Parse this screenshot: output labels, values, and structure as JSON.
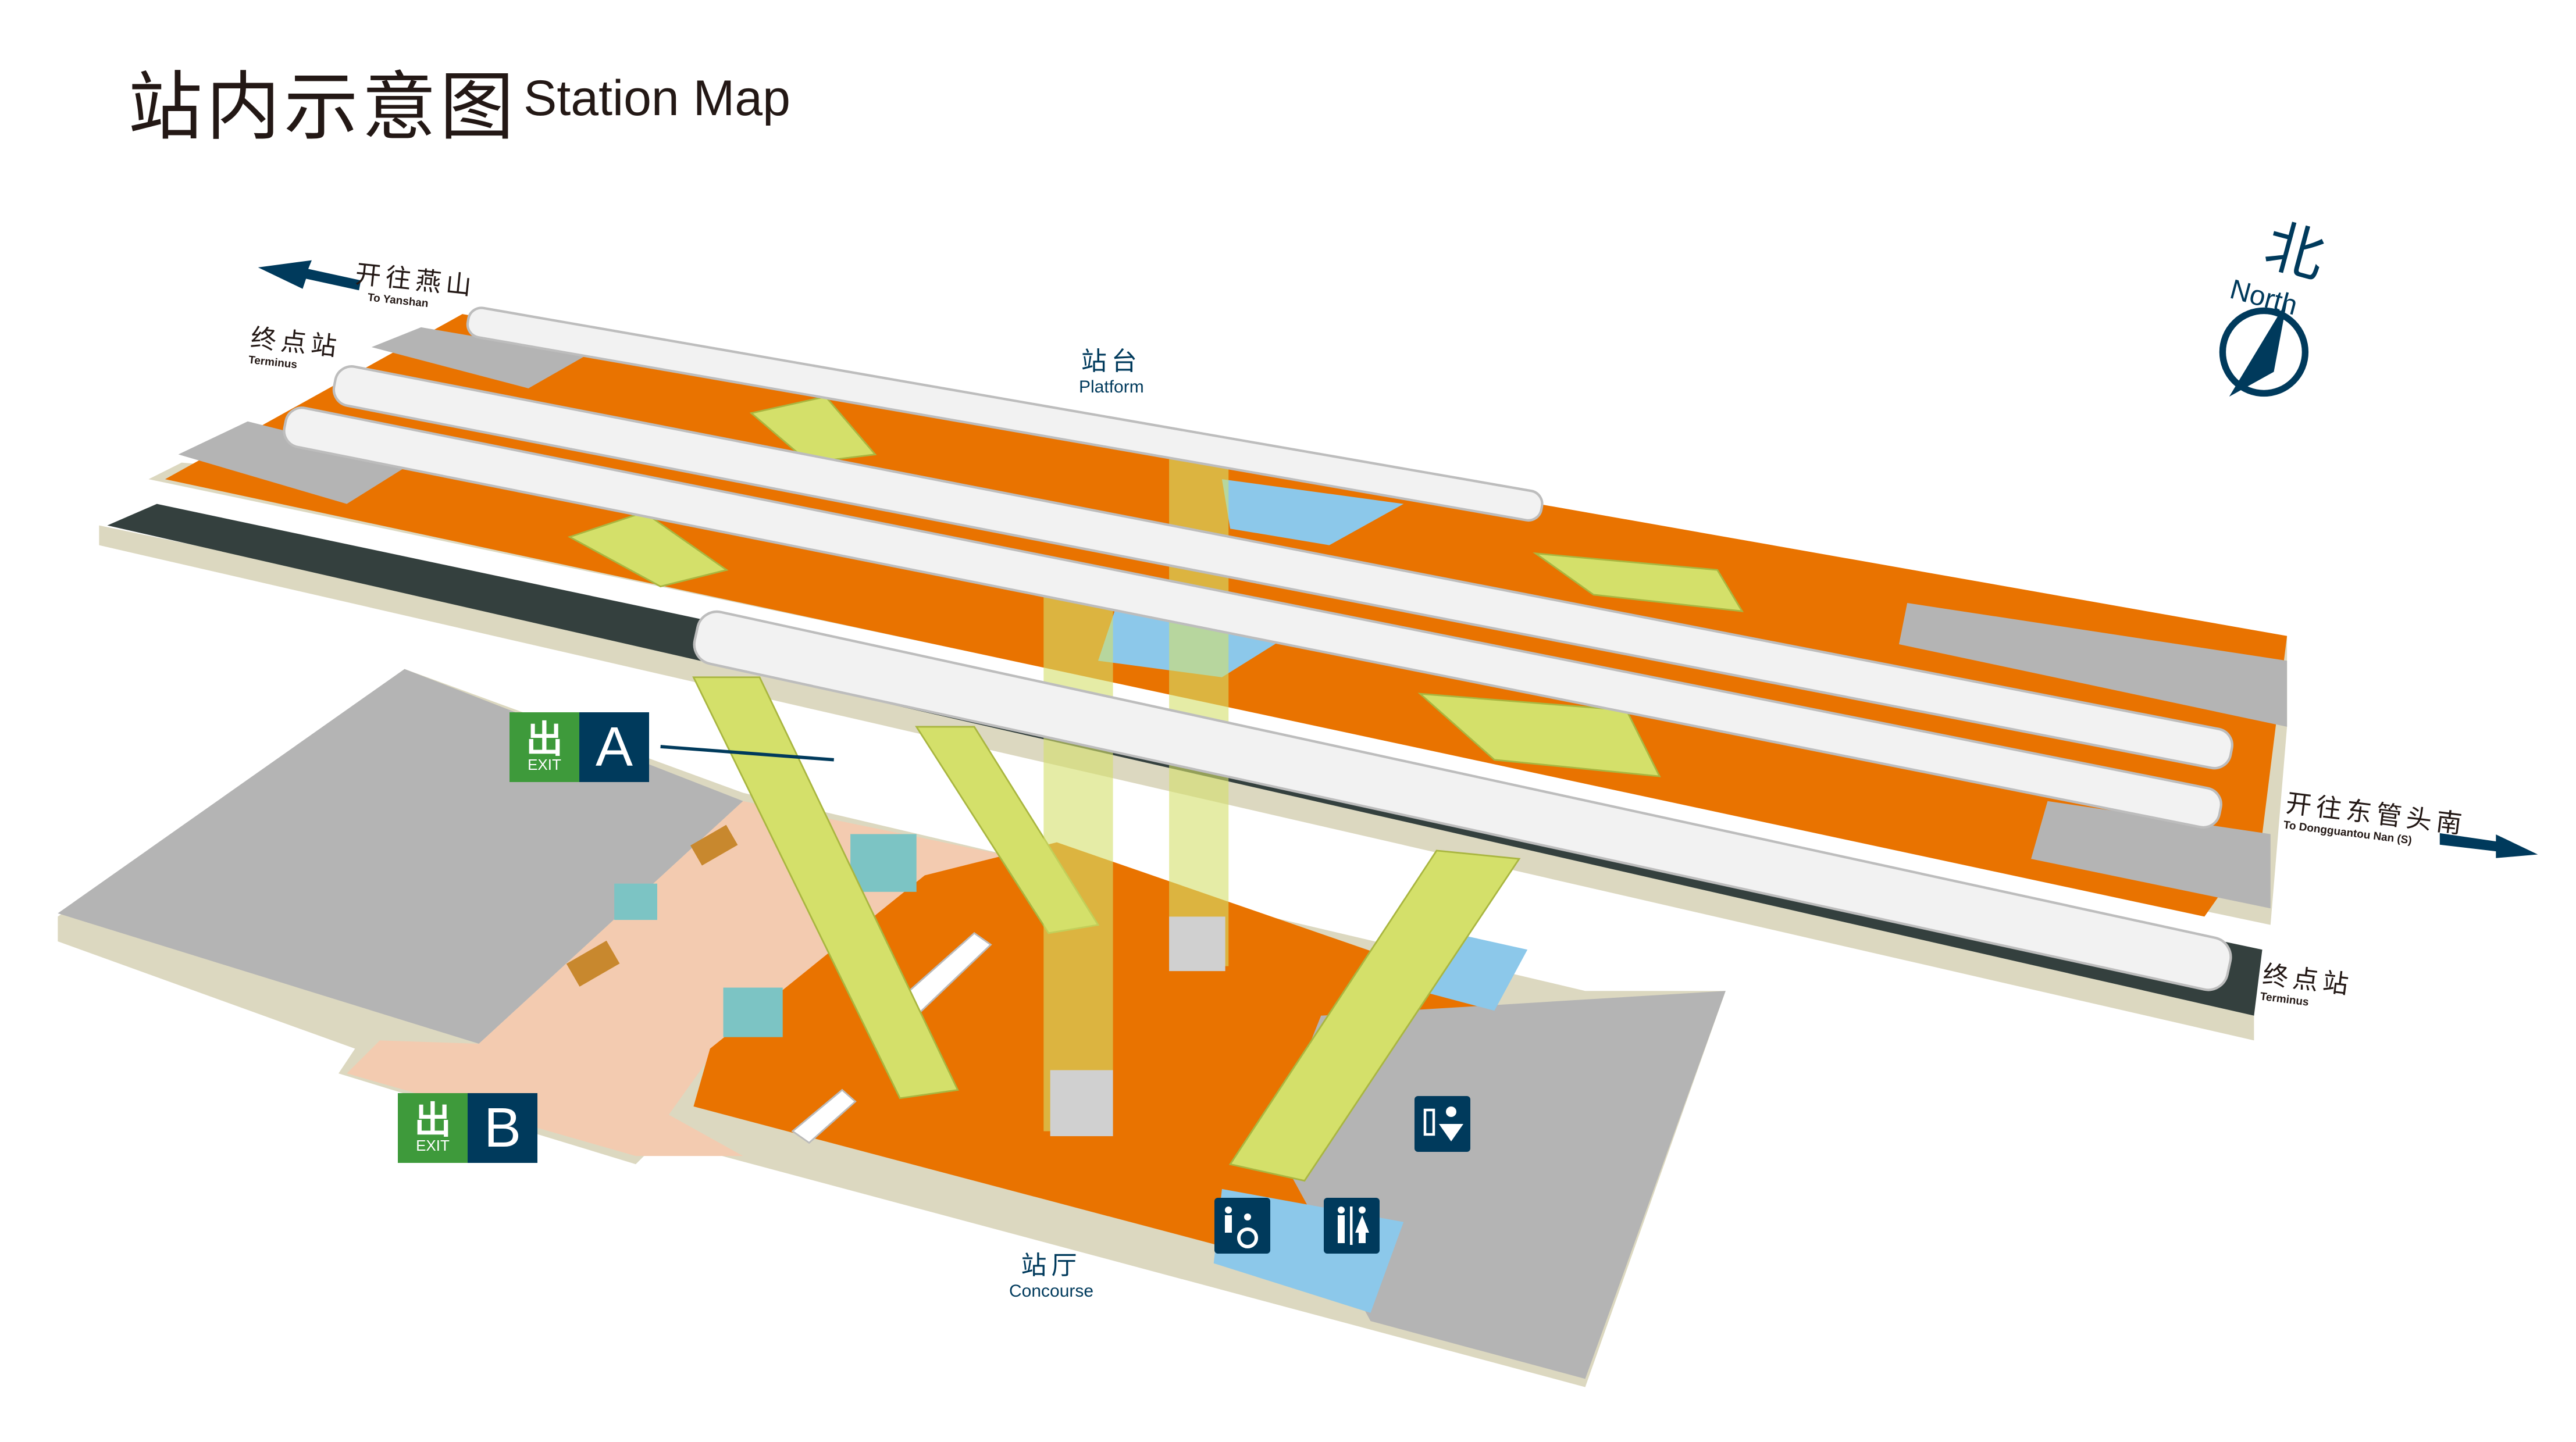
{
  "title": {
    "cn": "站内示意图",
    "en": "Station Map"
  },
  "direction_left": {
    "cn": "开往燕山",
    "en": "To Yanshan"
  },
  "direction_right": {
    "cn": "开往东管头南",
    "en": "To Dongguantou Nan (S)"
  },
  "terminus_left": {
    "cn": "终点站",
    "en": "Terminus"
  },
  "terminus_right": {
    "cn": "终点站",
    "en": "Terminus"
  },
  "platform": {
    "cn": "站台",
    "en": "Platform"
  },
  "concourse": {
    "cn": "站厅",
    "en": "Concourse"
  },
  "north": {
    "cn": "北",
    "en": "North"
  },
  "exits": [
    {
      "cn": "出",
      "en": "EXIT",
      "letter": "A"
    },
    {
      "cn": "出",
      "en": "EXIT",
      "letter": "B"
    }
  ],
  "facilities": [
    "accessible-toilet-icon",
    "toilets-icon",
    "baby-care-icon"
  ],
  "colors": {
    "floor": "#e97300",
    "navy": "#003a5c",
    "exit_green": "#3e9a3b",
    "escalator": "#d4e06a",
    "elevator": "#8cc8ea",
    "grey": "#b5b5b5",
    "paid_area": "#f3cbb0"
  }
}
